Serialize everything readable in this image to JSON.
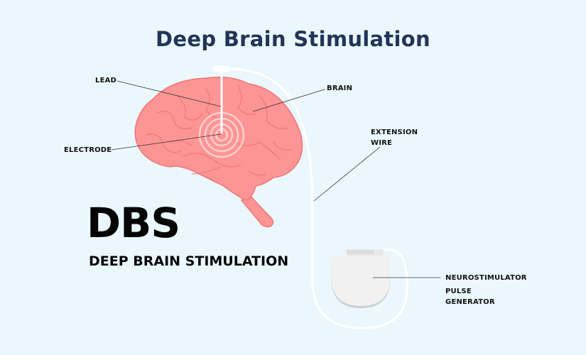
{
  "title": "Deep Brain Stimulation",
  "headline": {
    "acronym": "DBS",
    "expansion": "DEEP BRAIN STIMULATION"
  },
  "labels": {
    "lead": "LEAD",
    "brain": "BRAIN",
    "electrode": "ELECTRODE",
    "extension_wire_line1": "EXTENSION",
    "extension_wire_line2": "WIRE",
    "neurostimulator": "NEUROSTIMULATOR",
    "pulse_generator_line1": "PULSE",
    "pulse_generator_line2": "GENERATOR"
  },
  "colors": {
    "background": "#eaf8fd",
    "title": "#233458",
    "brain_fill": "#fd9595",
    "brain_outline": "#f27474",
    "wire": "#ffffff",
    "device": "#f0f0f0"
  }
}
